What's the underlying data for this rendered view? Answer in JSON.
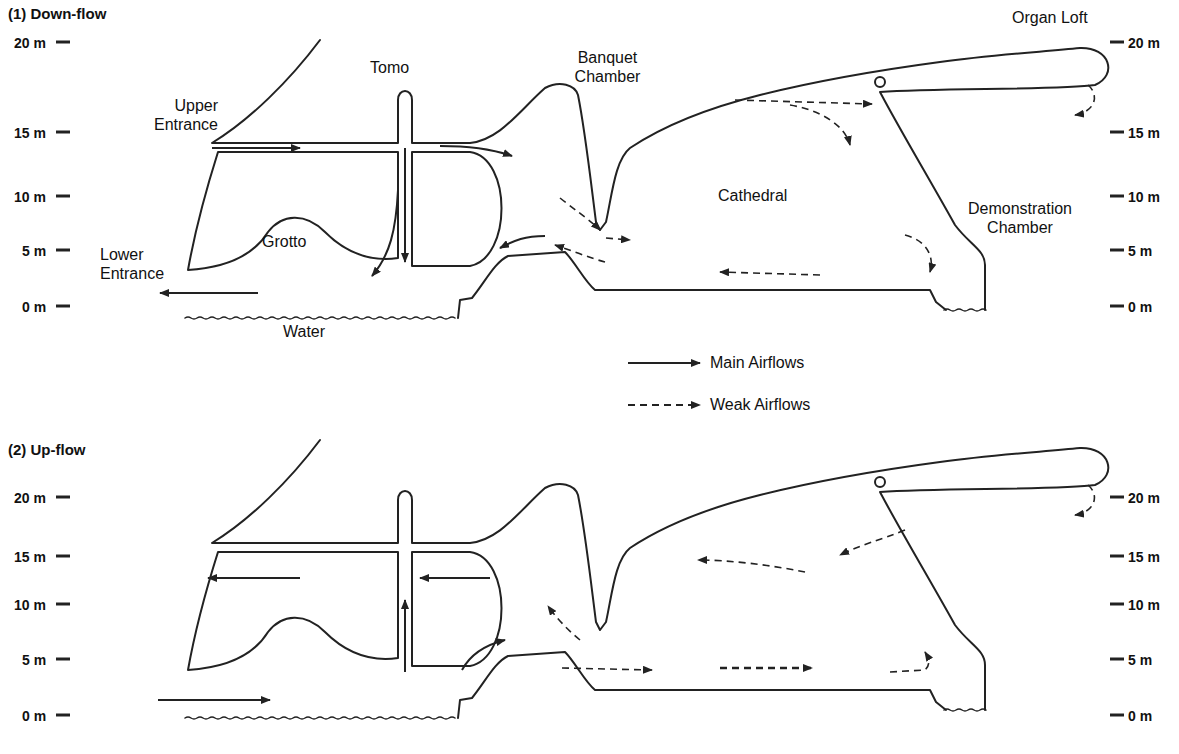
{
  "diagram": {
    "labels": [
      "(1) Down-flow",
      "20 m",
      "15 m",
      "10 m",
      "5 m",
      "0 m",
      "20 m",
      "15 m",
      "10 m",
      "5 m",
      "0 m",
      "Upper Entrance",
      "Tomo",
      "Banquet Chamber",
      "Organ Loft",
      "Cathedral",
      "Demonstration Chamber",
      "Lower Entrance",
      "Grotto",
      "Water",
      "(2) Up-flow",
      "20 m",
      "15 m",
      "10 m",
      "5 m",
      "0 m",
      "20 m",
      "15 m",
      "10 m",
      "5 m",
      "0 m"
    ],
    "legend": [
      {
        "text": "Main Airflows"
      },
      {
        "text": "Weak Airflows"
      }
    ]
  }
}
